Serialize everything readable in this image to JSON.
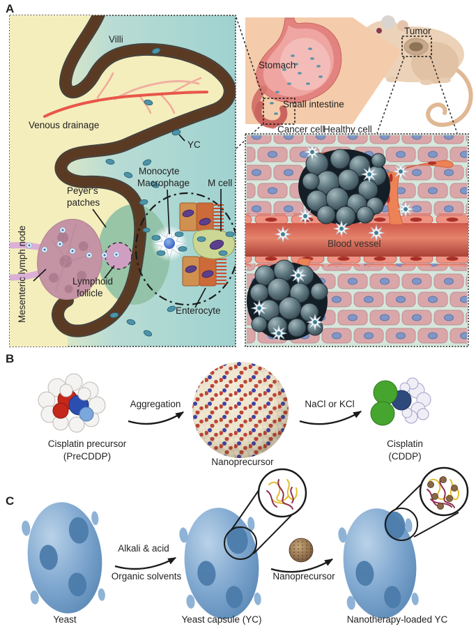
{
  "figure": {
    "panel_a": {
      "label": "A",
      "intestine_view": {
        "villi": "Villi",
        "venous_drainage": "Venous drainage",
        "yc": "YC",
        "monocyte": "Monocyte",
        "macrophage": "Macrophage",
        "m_cell": "M cell",
        "peyers_patches_line1": "Peyer's",
        "peyers_patches_line2": "patches",
        "mesenteric_lymph_node": "Mesenteric lymph node",
        "lymphoid_follicle_line1": "Lymphoid",
        "lymphoid_follicle_line2": "follicle",
        "enterocyte": "Enterocyte"
      },
      "mouse_view": {
        "stomach": "Stomach",
        "small_intestine": "Small intestine",
        "tumor": "Tumor"
      },
      "tumor_view": {
        "cancer_cell": "Cancer cell",
        "healthy_cell": "Healthy cell",
        "blood_vessel": "Blood vessel"
      }
    },
    "panel_b": {
      "label": "B",
      "precursor_label_line1": "Cisplatin precursor",
      "precursor_label_line2": "(PreCDDP)",
      "arrow1_label": "Aggregation",
      "nanoprecursor_label": "Nanoprecursor",
      "arrow2_label": "NaCl or KCl",
      "product_label_line1": "Cisplatin",
      "product_label_line2": "(CDDP)"
    },
    "panel_c": {
      "label": "C",
      "yeast_label": "Yeast",
      "arrow1_label_top": "Alkali & acid",
      "arrow1_label_bottom": "Organic solvents",
      "yc_label": "Yeast capsule (YC)",
      "arrow2_label": "Nanoprecursor",
      "loaded_label": "Nanotherapy-loaded YC"
    },
    "colors": {
      "teal_background": "#9fd2d0",
      "villus_yellow": "#f4eebd",
      "epithelium_orange": "#b65a2e",
      "cancer_cell_gray": "#55707a",
      "healthy_cell_pink": "#d9a7a9",
      "vessel_red": "#d95848",
      "yeast_blue": "#6d9cc9",
      "chlorine_green": "#46a52e",
      "platinum_navy": "#2e4a7c",
      "oxygen_red": "#c5271b",
      "nitrogen_blue": "#2b4fb0"
    }
  }
}
